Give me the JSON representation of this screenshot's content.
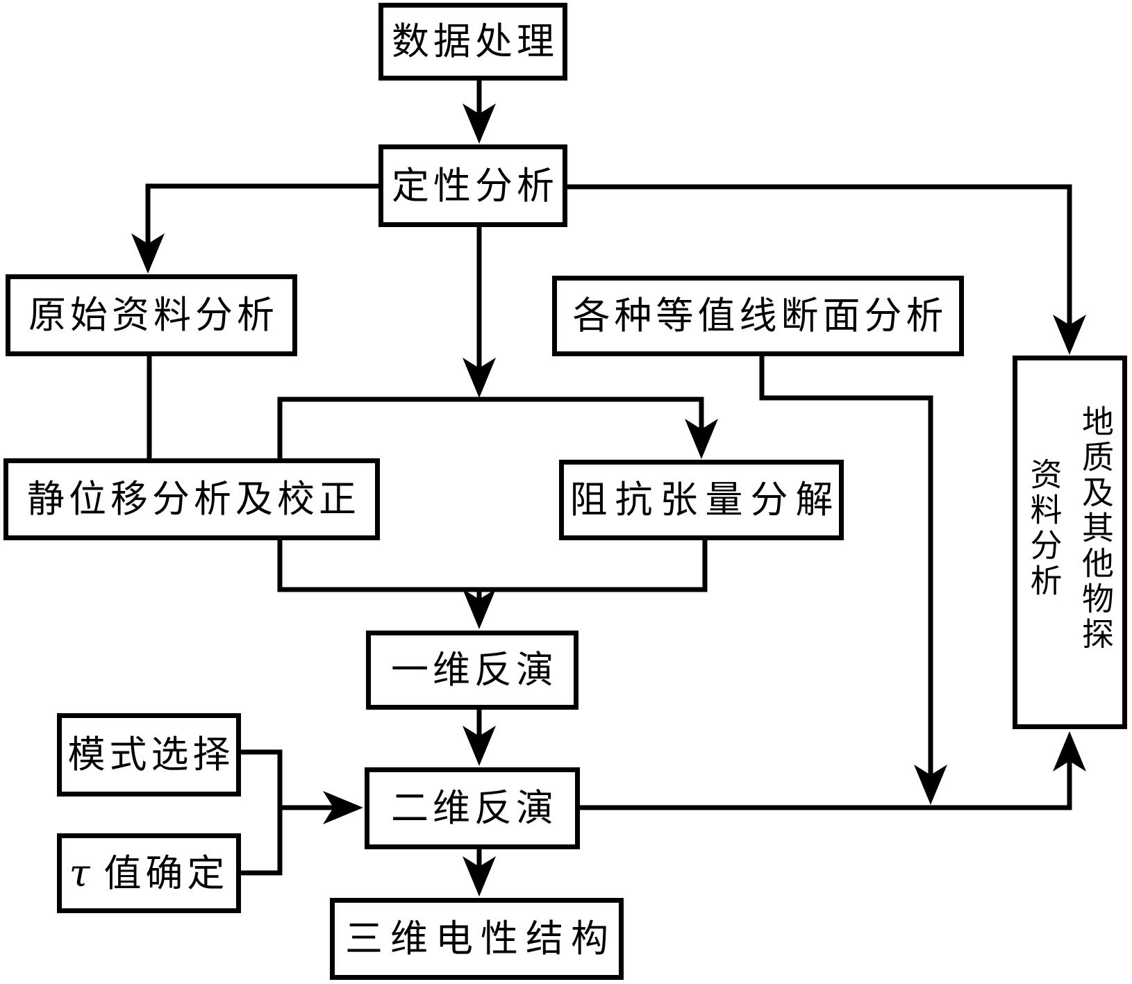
{
  "nodes": {
    "data_processing": {
      "label": "数据处理"
    },
    "qualitative_analysis": {
      "label": "定性分析"
    },
    "raw_data_analysis": {
      "label": "原始资料分析"
    },
    "contour_section_analysis": {
      "label": "各种等值线断面分析"
    },
    "static_shift_correction": {
      "label": "静位移分析及校正"
    },
    "impedance_tensor_decomposition": {
      "label": "阻抗张量分解"
    },
    "inversion_1d": {
      "label": "一维反演"
    },
    "mode_selection": {
      "label": "模式选择"
    },
    "tau_determination": {
      "italic_symbol": "τ",
      "label": "值确定"
    },
    "inversion_2d": {
      "label": "二维反演"
    },
    "structure_3d": {
      "label": "三维电性结构"
    },
    "geology_geophysics": {
      "label": "地质及其他物探\n资料分析"
    }
  },
  "edges": [
    {
      "from": "数据处理",
      "to": "定性分析",
      "arrow": true
    },
    {
      "from": "定性分析",
      "to": "原始资料分析",
      "arrow": true
    },
    {
      "from": "定性分析",
      "to": "静位移分析及校正 / 阻抗张量分解",
      "arrow": true
    },
    {
      "from": "定性分析",
      "to": "地质及其他物探资料分析",
      "arrow": true
    },
    {
      "from": "原始资料分析",
      "to": "静位移分析及校正",
      "arrow": false
    },
    {
      "from": "各种等值线断面分析",
      "to": "二维反演-地质连线",
      "arrow": true
    },
    {
      "from": "静位移分析及校正 + 阻抗张量分解",
      "to": "一维反演",
      "arrow": true
    },
    {
      "from": "一维反演",
      "to": "二维反演",
      "arrow": true
    },
    {
      "from": "模式选择 + τ值确定",
      "to": "二维反演",
      "arrow": true
    },
    {
      "from": "二维反演",
      "to": "三维电性结构",
      "arrow": true
    },
    {
      "from": "二维反演",
      "to": "地质及其他物探资料分析",
      "arrow": true
    }
  ],
  "colors": {
    "line": "#000000",
    "background": "#ffffff",
    "text": "#000000"
  }
}
